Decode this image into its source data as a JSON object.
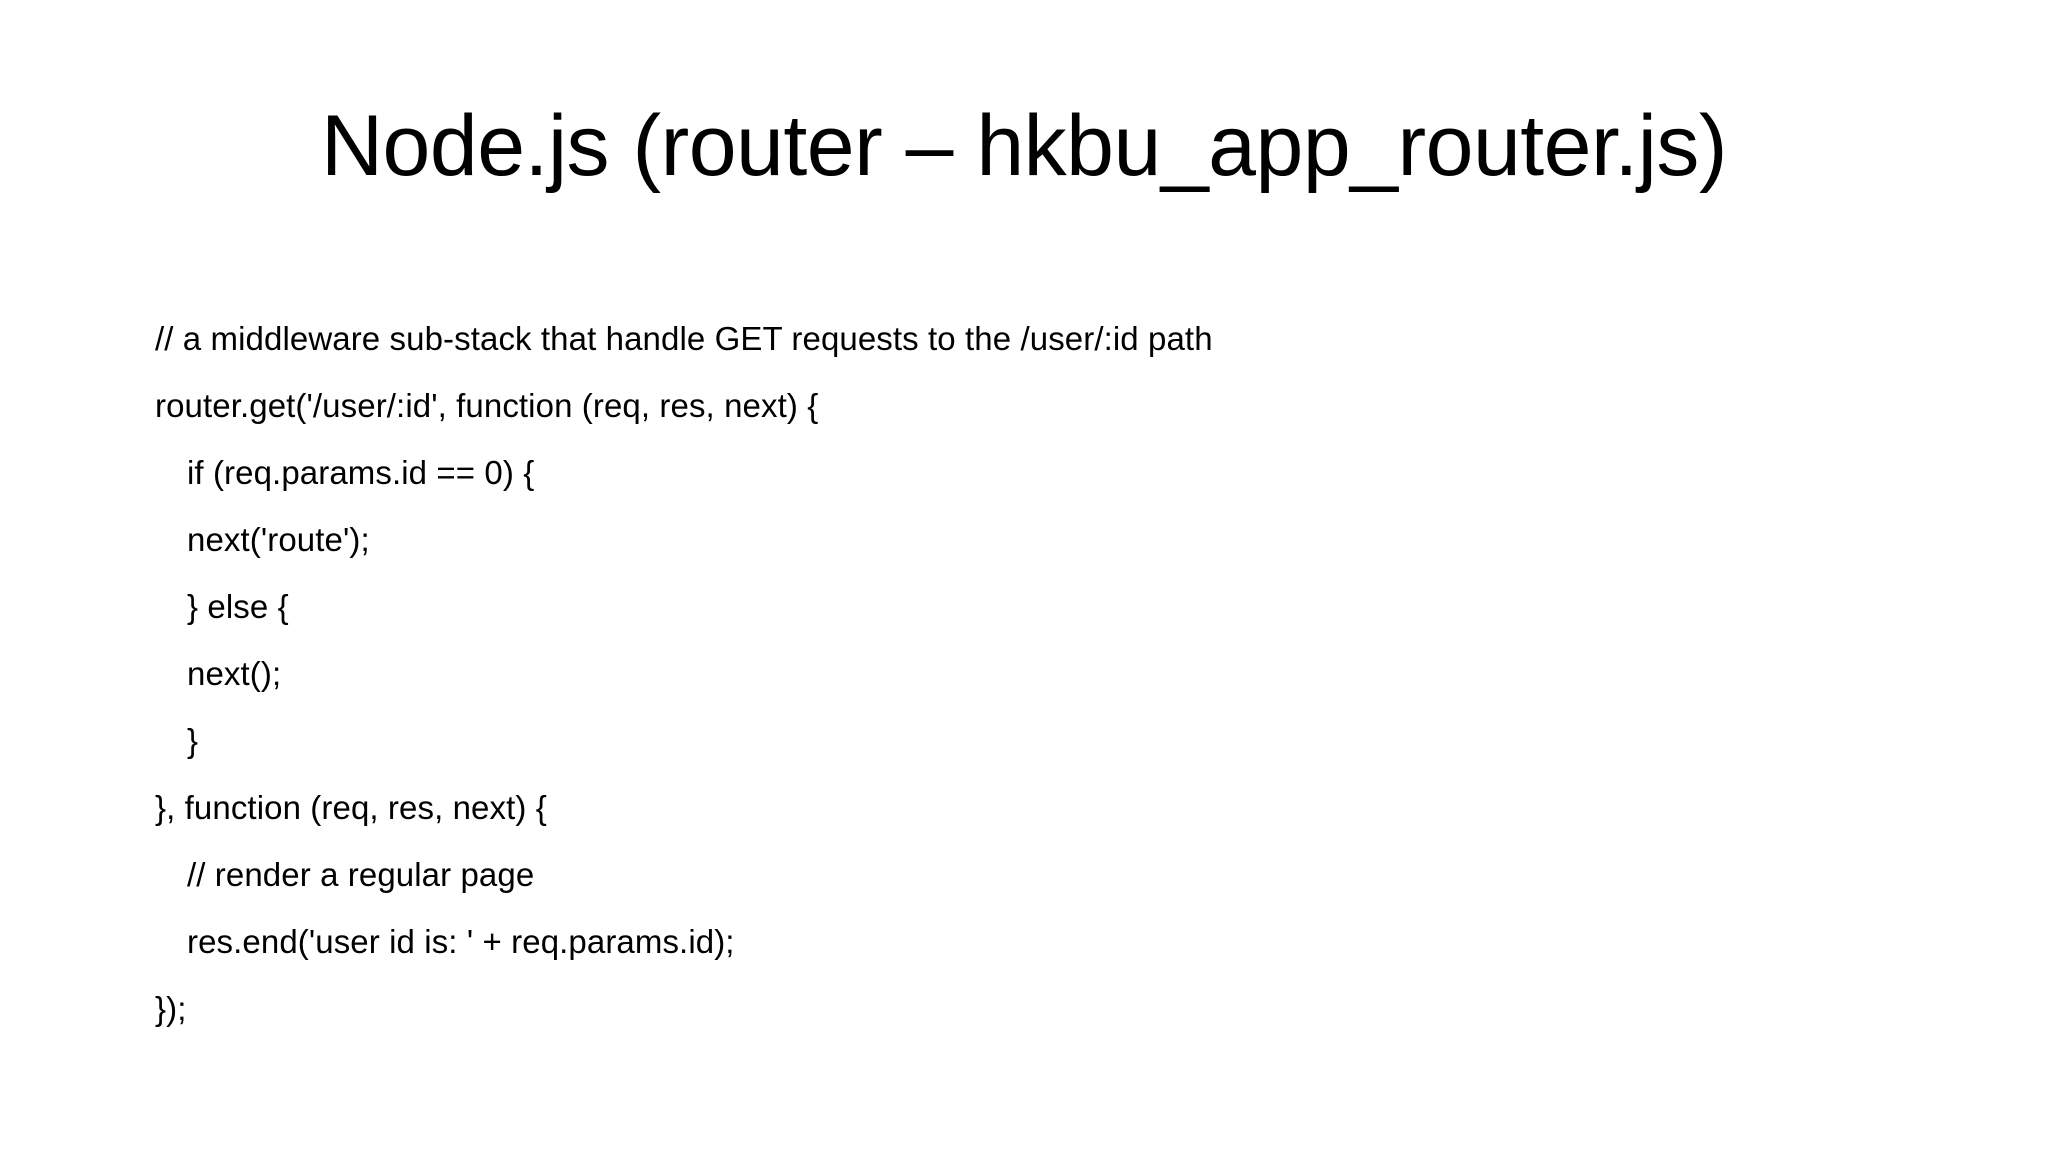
{
  "slide": {
    "title": "Node.js (router – hkbu_app_router.js)",
    "background_color": "#ffffff",
    "text_color": "#000000",
    "code_lines": [
      {
        "text": "// a middleware sub-stack that handle GET requests to the /user/:id path",
        "indent": 0
      },
      {
        "text": "router.get('/user/:id', function (req, res, next) {",
        "indent": 0
      },
      {
        "text": "if (req.params.id == 0) {",
        "indent": 1
      },
      {
        "text": "next('route');",
        "indent": 1
      },
      {
        "text": "} else {",
        "indent": 1
      },
      {
        "text": "next();",
        "indent": 1
      },
      {
        "text": "}",
        "indent": 1
      },
      {
        "text": "}, function (req, res, next) {",
        "indent": 0
      },
      {
        "text": "// render a regular page",
        "indent": 1
      },
      {
        "text": "res.end('user id is: ' + req.params.id);",
        "indent": 1
      },
      {
        "text": "});",
        "indent": 0
      }
    ]
  }
}
